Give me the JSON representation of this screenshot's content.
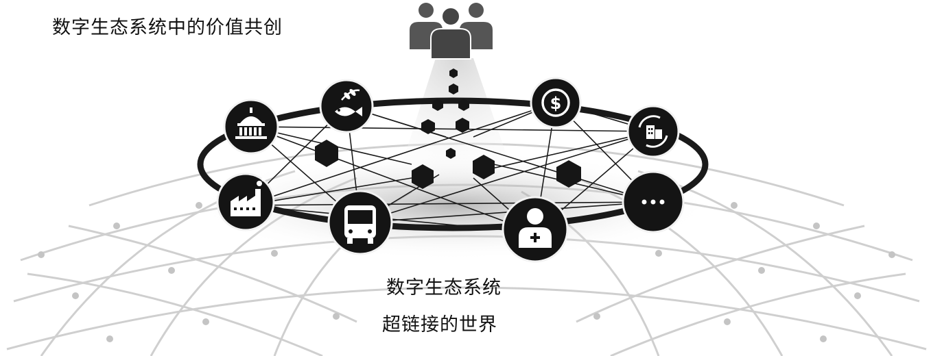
{
  "title": "数字生态系统中的价值共创",
  "center_label_1": "数字生态系统",
  "center_label_2": "超链接的世界",
  "colors": {
    "ink": "#1a1a1a",
    "node": "#141414",
    "globe_line": "#c9c9c9",
    "people": "#555555"
  },
  "top_icon": "people-group-icon",
  "nodes": [
    {
      "id": "government",
      "icon": "government-building-icon"
    },
    {
      "id": "agriculture",
      "icon": "fish-wheat-icon"
    },
    {
      "id": "finance",
      "icon": "dollar-coin-icon"
    },
    {
      "id": "real-estate",
      "icon": "building-cycle-icon"
    },
    {
      "id": "industry",
      "icon": "factory-icon"
    },
    {
      "id": "transport",
      "icon": "bus-icon"
    },
    {
      "id": "healthcare",
      "icon": "doctor-icon"
    },
    {
      "id": "more",
      "icon": "ellipsis-icon"
    }
  ]
}
